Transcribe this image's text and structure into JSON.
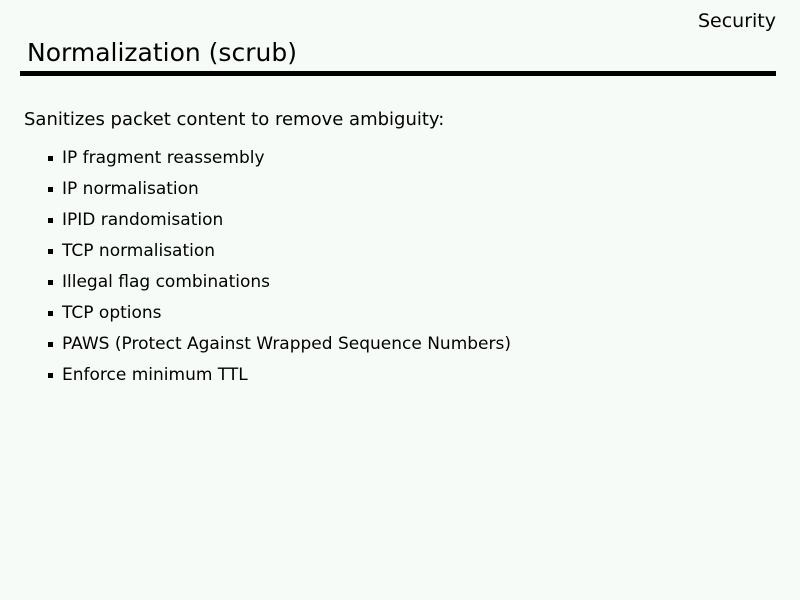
{
  "slide": {
    "corner_label": "Security",
    "title": "Normalization (scrub)",
    "intro": "Sanitizes packet content to remove ambiguity:",
    "bullets": [
      "IP fragment reassembly",
      "IP normalisation",
      "IPID randomisation",
      "TCP normalisation",
      "Illegal flag combinations",
      "TCP options",
      "PAWS (Protect Against Wrapped Sequence Numbers)",
      "Enforce minimum TTL"
    ],
    "colors": {
      "background": "#f7fbf7",
      "text": "#000000",
      "rule": "#000000"
    }
  }
}
